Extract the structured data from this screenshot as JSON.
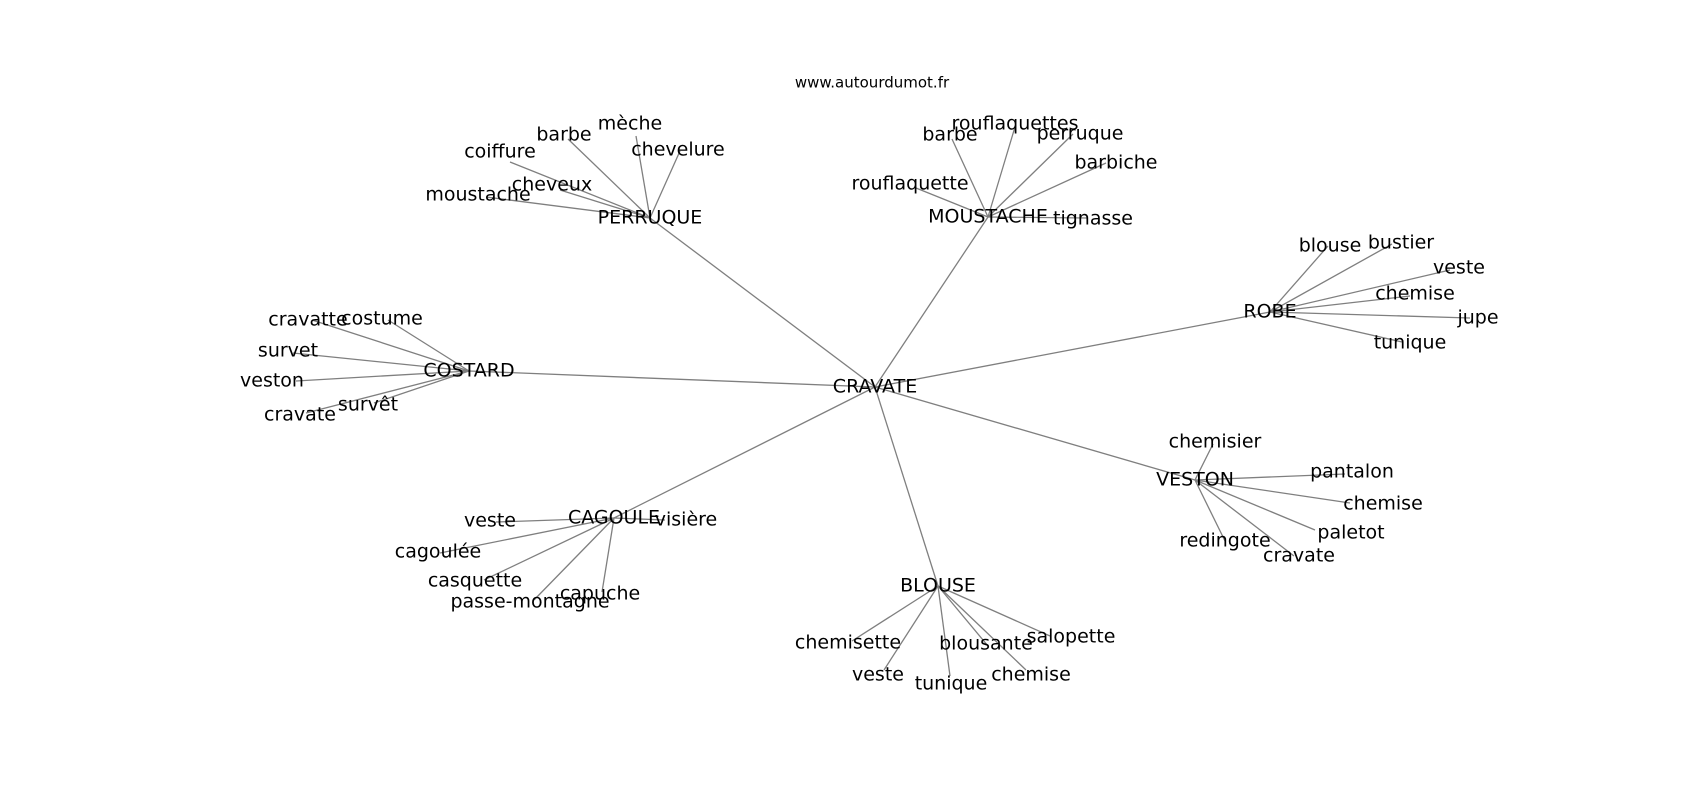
{
  "source_label": "www.autourdumot.fr",
  "root": {
    "label": "CRAVATE",
    "children": [
      {
        "id": "perruque",
        "label": "PERRUQUE",
        "words": [
          "mèche",
          "barbe",
          "chevelure",
          "coiffure",
          "cheveux",
          "moustache"
        ]
      },
      {
        "id": "moustache",
        "label": "MOUSTACHE",
        "words": [
          "rouflaquettes",
          "barbe",
          "perruque",
          "barbiche",
          "rouflaquette",
          "tignasse"
        ]
      },
      {
        "id": "robe",
        "label": "ROBE",
        "words": [
          "blouse",
          "bustier",
          "veste",
          "chemise",
          "jupe",
          "tunique"
        ]
      },
      {
        "id": "costard",
        "label": "COSTARD",
        "words": [
          "cravatte",
          "costume",
          "survet",
          "veston",
          "survêt",
          "cravate"
        ]
      },
      {
        "id": "veston",
        "label": "VESTON",
        "words": [
          "chemisier",
          "pantalon",
          "chemise",
          "paletot",
          "redingote",
          "cravate"
        ]
      },
      {
        "id": "cagoule",
        "label": "CAGOULE",
        "words": [
          "veste",
          "visière",
          "cagoulée",
          "casquette",
          "capuche",
          "passe-montagne"
        ]
      },
      {
        "id": "blouse",
        "label": "BLOUSE",
        "words": [
          "salopette",
          "chemisette",
          "blousante",
          "veste",
          "tunique",
          "chemise"
        ]
      }
    ]
  }
}
